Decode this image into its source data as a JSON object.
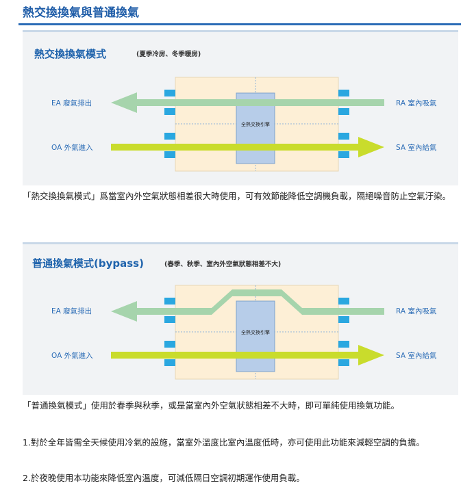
{
  "page": {
    "title": "熱交換換氣與普通換氣"
  },
  "colors": {
    "title_blue": "#1f5da8",
    "box_fill": "#fdefd6",
    "core_fill": "#b7cde9",
    "port_blue": "#2aa7e0",
    "arrow_green": "#a6d4ac",
    "arrow_yellow": "#c9dc2c",
    "label_blue": "#2b6cb6"
  },
  "diagrams": [
    {
      "title": "熱交換換氣模式",
      "note": "(夏季冷房、冬季暖房)",
      "labels": {
        "ea": "EA 廢氣排出",
        "ra": "RA 室內吸氣",
        "oa": "OA 外氣進入",
        "sa": "SA 室內給氣"
      },
      "core_label": "全熱交換引擎",
      "mode": "heat-exchange"
    },
    {
      "title": "普通換氣模式(bypass)",
      "note": "(春季、秋季、室內外空氣狀態相差不大)",
      "labels": {
        "ea": "EA 廢氣排出",
        "ra": "RA 室內吸氣",
        "oa": "OA 外氣進入",
        "sa": "SA 室內給氣"
      },
      "core_label": "全熱交換引擎",
      "mode": "bypass"
    }
  ],
  "descriptions": {
    "heat_exchange": "「熱交換換氣模式」爲當室內外空氣狀態相差很大時使用，可有效節能降低空調機負載，隔絕噪音防止空氣汙染。",
    "bypass_intro": "「普通換氣模式」使用於春季與秋季，或是當室內外空氣狀態相差不大時，即可單純使用換氣功能。",
    "bypass_point1": "1.對於全年皆需全天候使用冷氣的設施，當室外溫度比室內溫度低時，亦可使用此功能來減輕空調的負擔。",
    "bypass_point2": "2.於夜晚使用本功能來降低室內溫度，可減低隔日空調初期運作使用負載。"
  }
}
